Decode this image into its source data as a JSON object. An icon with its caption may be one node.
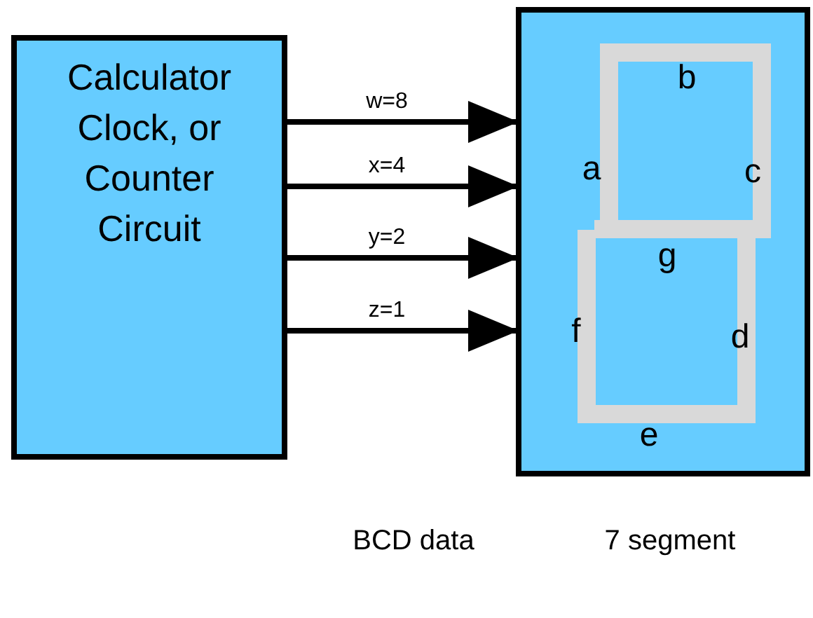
{
  "diagram": {
    "nodes": [
      {
        "text": [
          "Calculator Clock, or Counter Circuit"
        ]
      },
      {
        "text": [],
        "shape": "box"
      }
    ],
    "edges": [
      {
        "from": 0,
        "to": 1,
        "arrow": "to",
        "label": "w=8"
      },
      {
        "from": 0,
        "to": 1,
        "arrow": "to",
        "label": "x=4"
      },
      {
        "from": 0,
        "to": 1,
        "arrow": "to",
        "label": "y=2"
      },
      {
        "from": 0,
        "to": 1,
        "arrow": "to",
        "label": "z=1"
      }
    ],
    "labels": [
      "b",
      "a",
      "c",
      "g",
      "f",
      "d",
      "e",
      "BCD data",
      "7 segment"
    ]
  }
}
